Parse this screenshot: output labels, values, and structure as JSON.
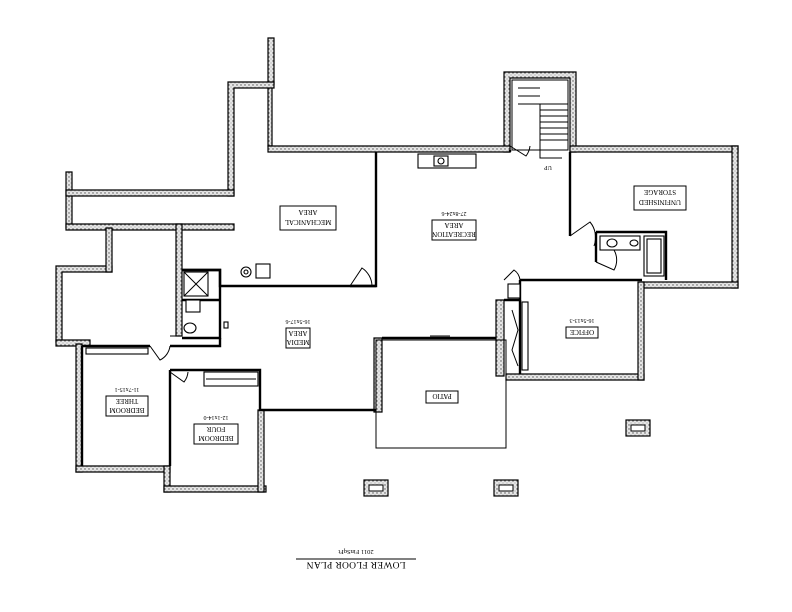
{
  "plan": {
    "title": "LOWER FLOOR PLAN",
    "subtitle": "2011 FinSqFt",
    "stair_label": "UP"
  },
  "rooms": [
    {
      "id": "mechanical",
      "name1": "MECHANICAL",
      "name2": "AREA",
      "dims": ""
    },
    {
      "id": "recreation",
      "name1": "RECREATION",
      "name2": "AREA",
      "dims": "27-8x24-6"
    },
    {
      "id": "unfinished",
      "name1": "UNFINISHED",
      "name2": "STORAGE",
      "dims": ""
    },
    {
      "id": "media",
      "name1": "MEDIA",
      "name2": "AREA",
      "dims": "16-5x17-6"
    },
    {
      "id": "office",
      "name1": "OFFICE",
      "name2": "",
      "dims": "16-5x13-3"
    },
    {
      "id": "patio",
      "name1": "PATIO",
      "name2": "",
      "dims": ""
    },
    {
      "id": "bedroom-three",
      "name1": "BEDROOM",
      "name2": "THREE",
      "dims": "11-7x15-1"
    },
    {
      "id": "bedroom-four",
      "name1": "BEDROOM",
      "name2": "FOUR",
      "dims": "12-1x14-0"
    }
  ],
  "colors": {
    "wall": "#000000",
    "wall_fill": "#dcdcdc",
    "background": "#ffffff"
  }
}
